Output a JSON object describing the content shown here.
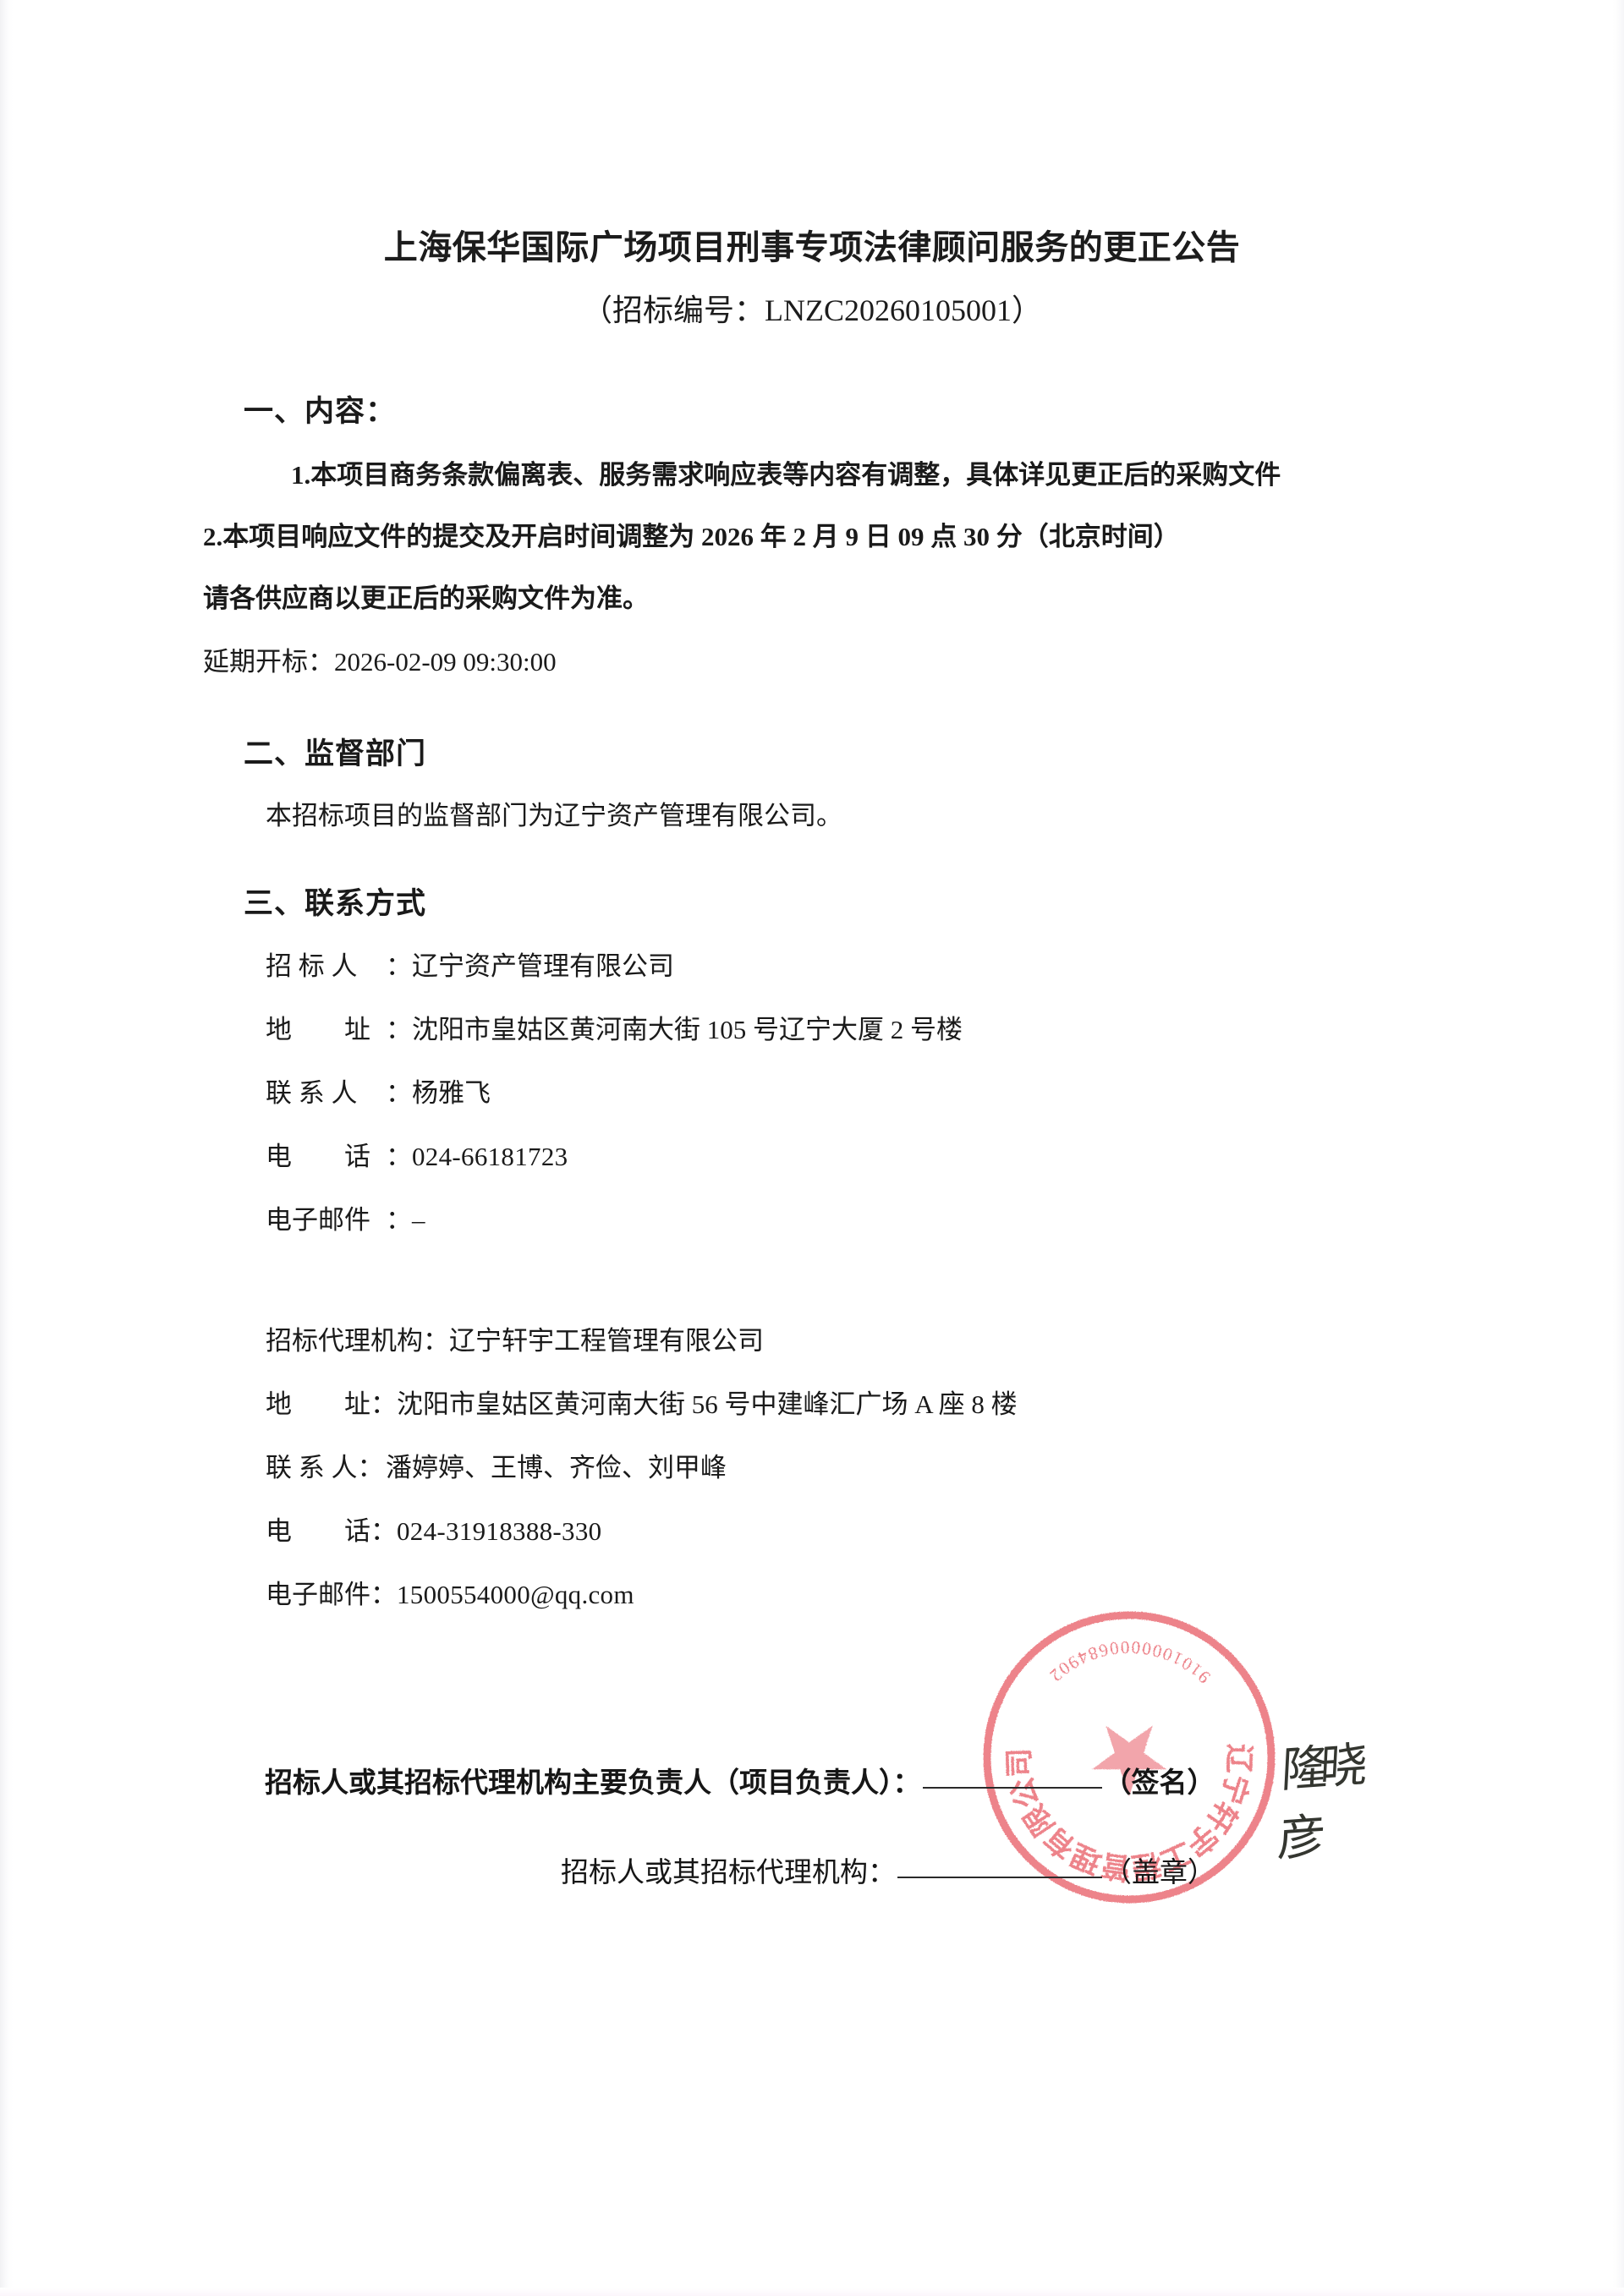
{
  "document": {
    "title": "上海保华国际广场项目刑事专项法律顾问服务的更正公告",
    "subtitle_prefix": "（招标编号：",
    "subtitle_code": "LNZC20260105001",
    "subtitle_suffix": "）"
  },
  "section1": {
    "heading": "一、内容：",
    "item1": "1.本项目商务条款偏离表、服务需求响应表等内容有调整，具体详见更正后的采购文件",
    "item2": "2.本项目响应文件的提交及开启时间调整为 2026 年 2 月 9 日 09 点 30 分（北京时间）",
    "item3": "请各供应商以更正后的采购文件为准。",
    "item4": "延期开标：2026-02-09 09:30:00"
  },
  "section2": {
    "heading": "二、监督部门",
    "body": "本招标项目的监督部门为辽宁资产管理有限公司。"
  },
  "section3": {
    "heading": "三、联系方式",
    "tenderer": {
      "label_name": "招 标 人",
      "value_name": "辽宁资产管理有限公司",
      "label_address": "地　　址",
      "value_address": "沈阳市皇姑区黄河南大街 105 号辽宁大厦 2 号楼",
      "label_contact": "联 系 人",
      "value_contact": "杨雅飞",
      "label_phone": "电　　话",
      "value_phone": "024-66181723",
      "label_email": "电子邮件",
      "value_email": "–"
    },
    "agency": {
      "label_org": "招标代理机构：",
      "value_org": "辽宁轩宇工程管理有限公司",
      "label_address": "地　　址：",
      "value_address": "沈阳市皇姑区黄河南大街 56 号中建峰汇广场 A 座 8 楼",
      "label_contact": "联 系 人：",
      "value_contact": "潘婷婷、王博、齐俭、刘甲峰",
      "label_phone": "电　　话：",
      "value_phone": "024-31918388-330",
      "label_email": "电子邮件：",
      "value_email": "1500554000@qq.com"
    }
  },
  "signature": {
    "line1_prefix": "招标人或其招标代理机构主要负责人（项目负责人）：",
    "line1_suffix": "（签名）",
    "handwritten": "隆晓彦",
    "line2_prefix": "招标人或其招标代理机构：",
    "line2_suffix": "（盖章）"
  },
  "seal": {
    "organization": "辽宁轩宇工程管理有限公司",
    "rim_code": "9101000000684902",
    "color": "#e8606a",
    "shape": "circle-with-star"
  },
  "colors": {
    "text": "#1a1a1a",
    "paper": "#ffffff",
    "seal_red": "#e8606a",
    "rule": "#2a2a2a"
  }
}
